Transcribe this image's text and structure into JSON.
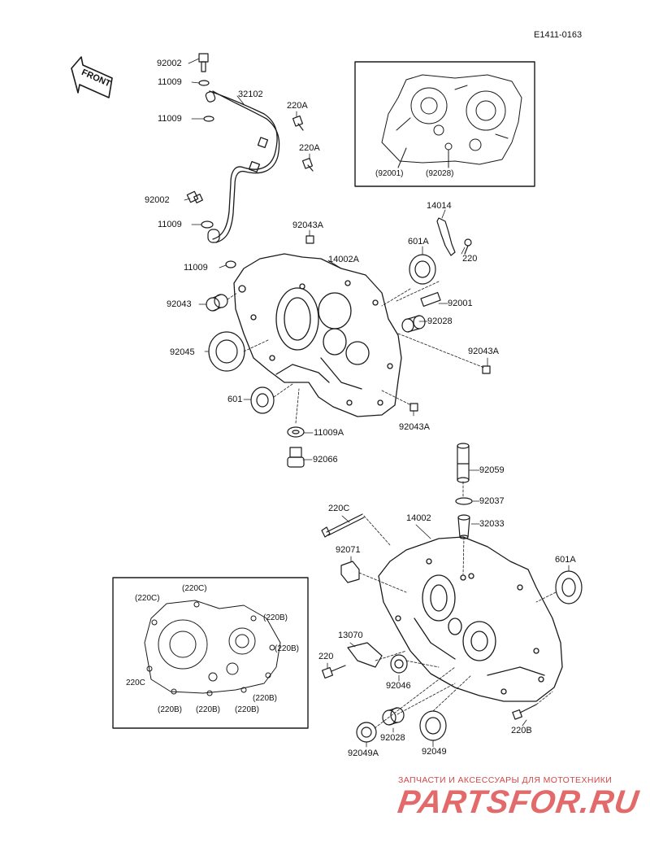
{
  "diagram_code": "E1411-0163",
  "front_label": "FRONT",
  "callouts": {
    "p92002_top": "92002",
    "p11009_a": "11009",
    "p32102": "32102",
    "p220A_1": "220A",
    "p11009_b": "11009",
    "p220A_2": "220A",
    "p92002_mid": "92002",
    "p11009_c": "11009",
    "p92043A_1": "92043A",
    "p14014": "14014",
    "p601A_1": "601A",
    "p11009_d": "11009",
    "p14002A": "14002A",
    "p220": "220",
    "p92043": "92043",
    "p92001": "92001",
    "p92028": "92028",
    "p92045": "92045",
    "p92043A_2": "92043A",
    "p601": "601",
    "p11009A": "11009A",
    "p92043A_3": "92043A",
    "p92066": "92066",
    "p92059": "92059",
    "p92037": "92037",
    "p220C": "220C",
    "p14002": "14002",
    "p32033": "32033",
    "p92071": "92071",
    "p601A_2": "601A",
    "p13070": "13070",
    "p220_b": "220",
    "p92046": "92046",
    "p220B": "220B",
    "p92028_b": "92028",
    "p92049": "92049",
    "p92049A": "92049A"
  },
  "inset_top": {
    "labels": [
      "(92001)",
      "(92028)"
    ]
  },
  "inset_bottom": {
    "labels": [
      "(220C)",
      "(220C)",
      "(220B)",
      "(220B)",
      "220C",
      "(220B)",
      "(220B)",
      "(220B)",
      "(220B)"
    ]
  },
  "watermark": {
    "line1": "ЗАПЧАСТИ И АКСЕССУАРЫ ДЛЯ МОТОТЕХНИКИ",
    "line2": "PARTSFOR.RU"
  }
}
